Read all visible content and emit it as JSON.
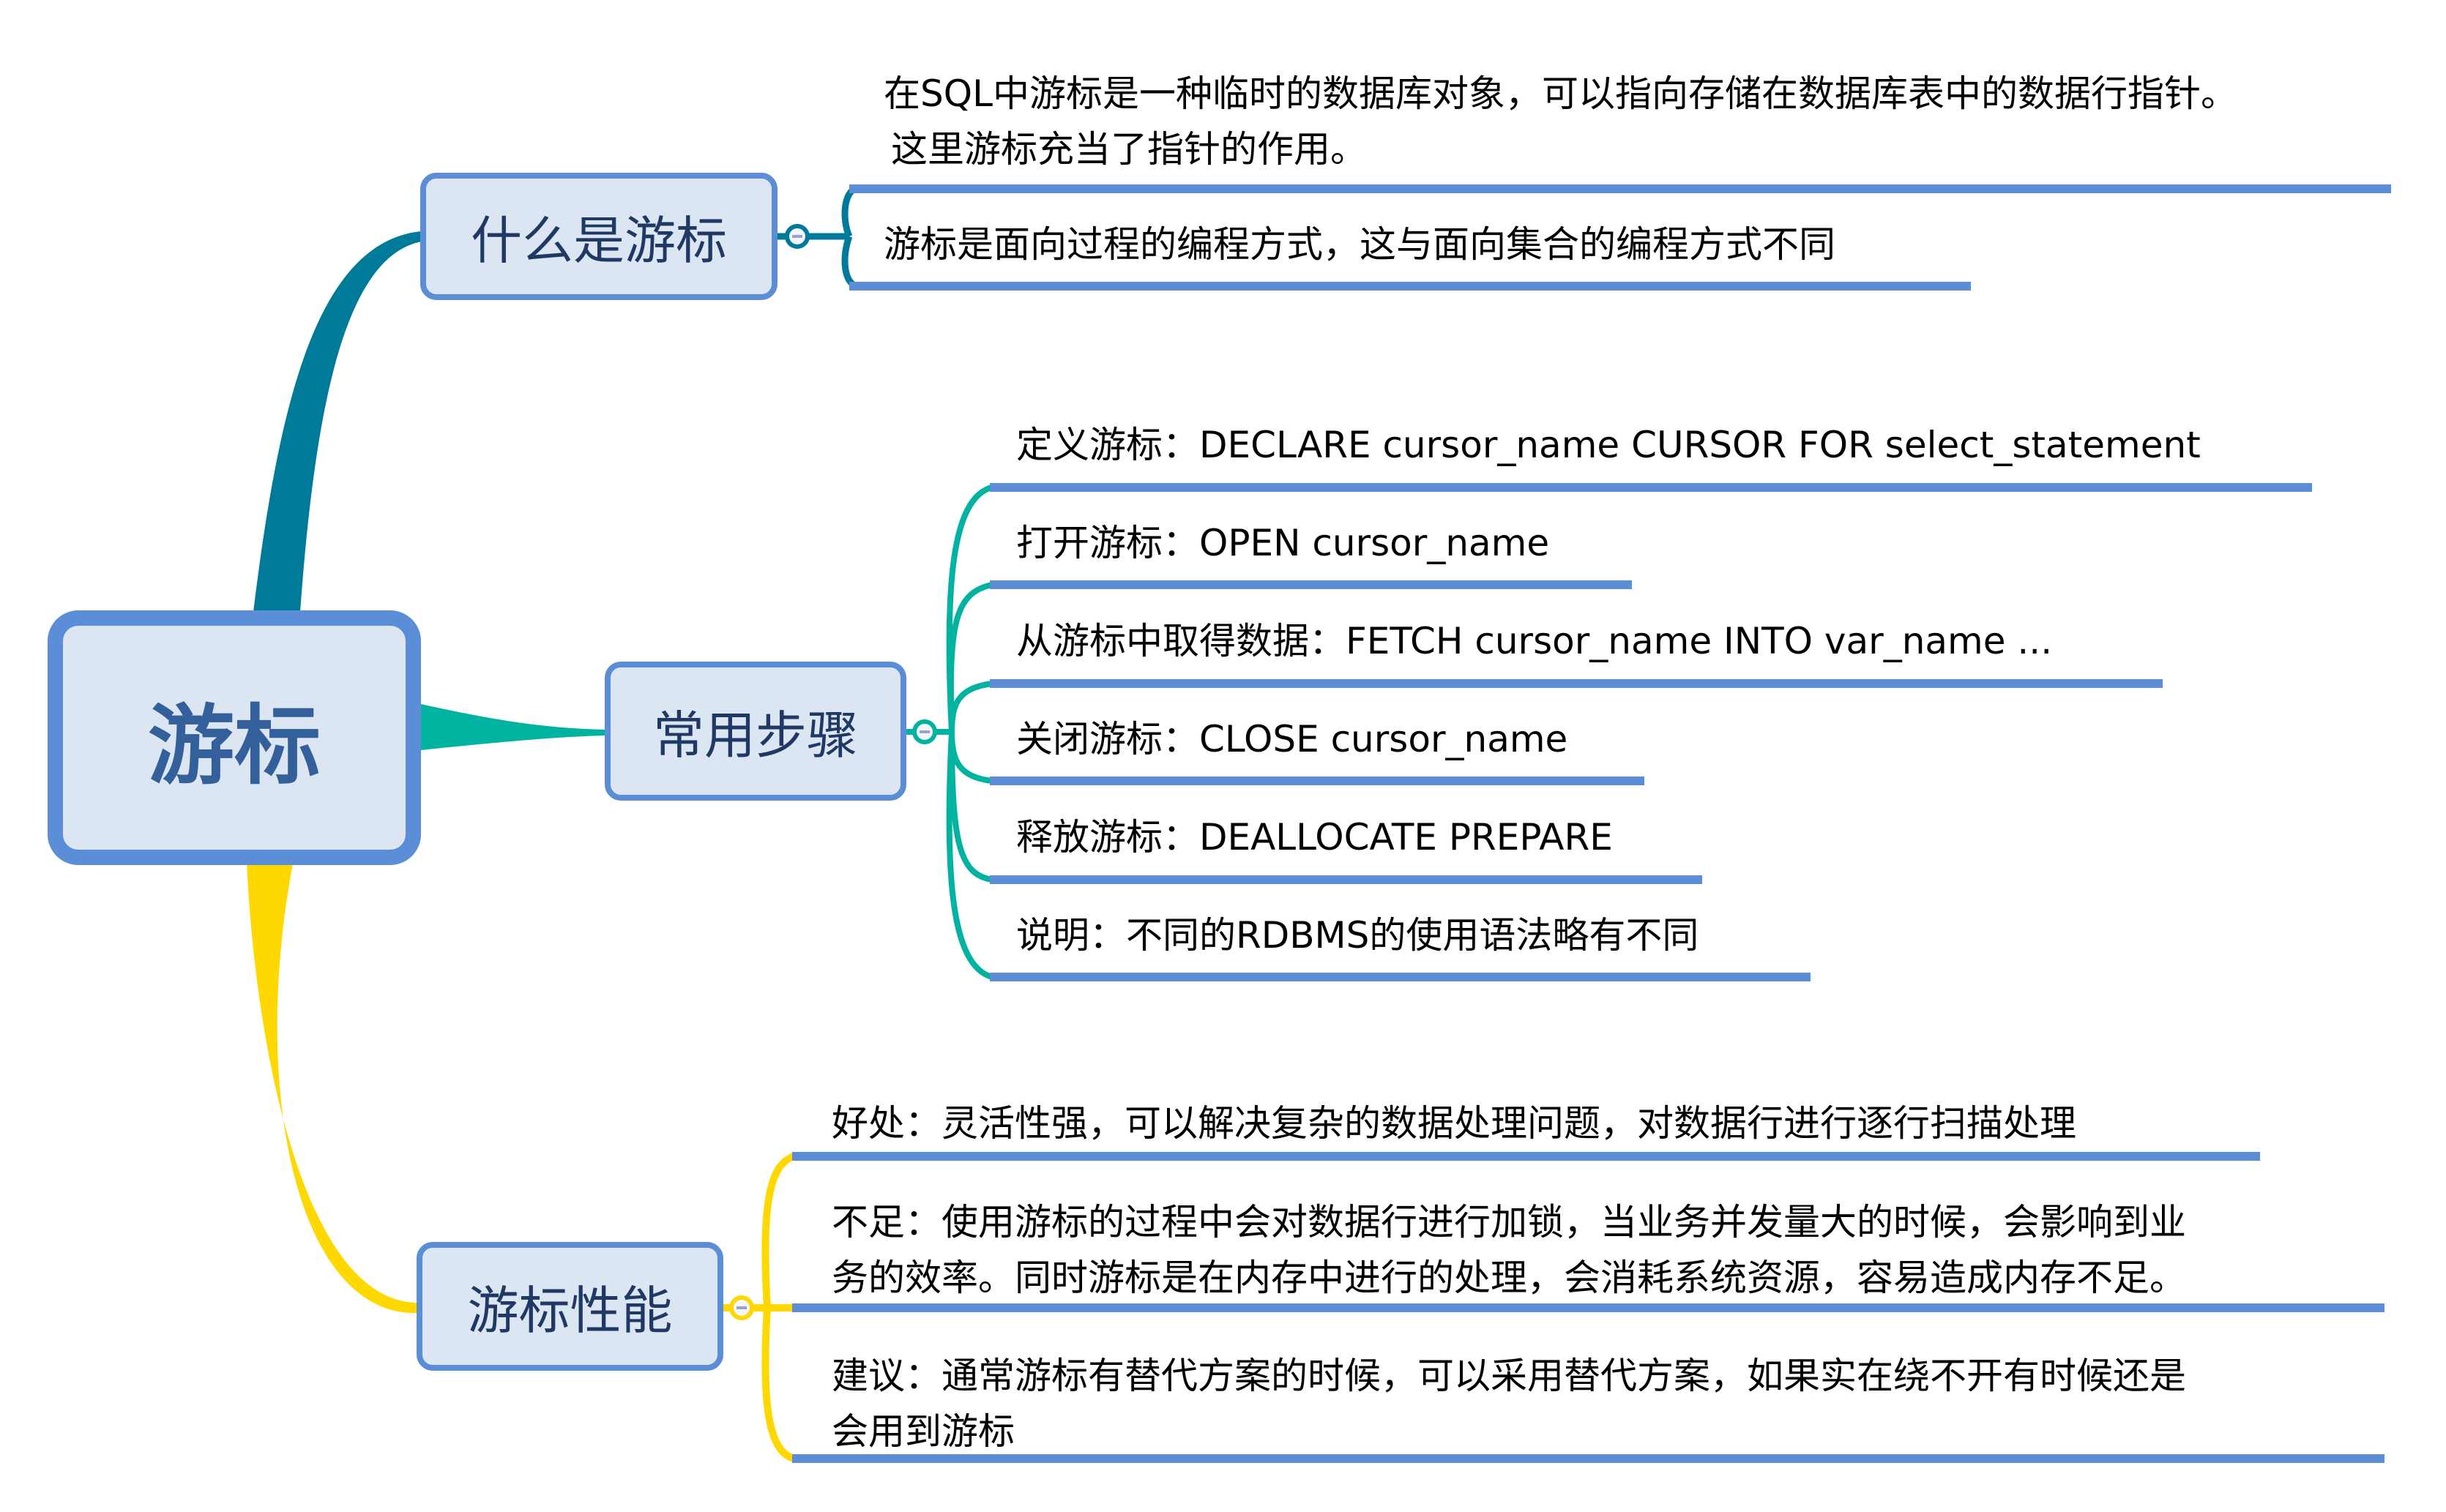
{
  "colors": {
    "node_fill": "#DCE6F2",
    "node_border": "#5B8ED6",
    "central_text": "#335F9A",
    "topic_text": "#1F3864",
    "leaf_text": "#000000",
    "underline": "#5B8ED6",
    "branch_what": "#007A99",
    "branch_steps": "#00B2A0",
    "branch_perf": "#FFD800",
    "collapse_minus": "#9AA0D0"
  },
  "central": {
    "label": "游标"
  },
  "topics": [
    {
      "id": "what",
      "label": "什么是游标",
      "collapse_icon": "minus-circle-icon",
      "items": [
        {
          "lines": [
            "在SQL中游标是一种临时的数据库对象，可以指向存储在数据库表中的数据行指针。",
            "这里游标充当了指针的作用。"
          ]
        },
        {
          "lines": [
            "游标是面向过程的编程方式，这与面向集合的编程方式不同"
          ]
        }
      ]
    },
    {
      "id": "steps",
      "label": "常用步骤",
      "collapse_icon": "minus-circle-icon",
      "items": [
        {
          "lines": [
            "定义游标：DECLARE cursor_name CURSOR FOR select_statement"
          ]
        },
        {
          "lines": [
            "打开游标：OPEN cursor_name"
          ]
        },
        {
          "lines": [
            "从游标中取得数据：FETCH cursor_name INTO var_name ..."
          ]
        },
        {
          "lines": [
            "关闭游标：CLOSE cursor_name"
          ]
        },
        {
          "lines": [
            "释放游标：DEALLOCATE PREPARE"
          ]
        },
        {
          "lines": [
            "说明：不同的RDBMS的使用语法略有不同"
          ]
        }
      ]
    },
    {
      "id": "perf",
      "label": "游标性能",
      "collapse_icon": "minus-circle-icon",
      "items": [
        {
          "lines": [
            "好处：灵活性强，可以解决复杂的数据处理问题，对数据行进行逐行扫描处理"
          ]
        },
        {
          "lines": [
            "不足：使用游标的过程中会对数据行进行加锁，当业务并发量大的时候，会影响到业",
            "务的效率。同时游标是在内存中进行的处理，会消耗系统资源，容易造成内存不足。"
          ]
        },
        {
          "lines": [
            "建议：通常游标有替代方案的时候，可以采用替代方案，如果实在绕不开有时候还是",
            "会用到游标"
          ]
        }
      ]
    }
  ]
}
